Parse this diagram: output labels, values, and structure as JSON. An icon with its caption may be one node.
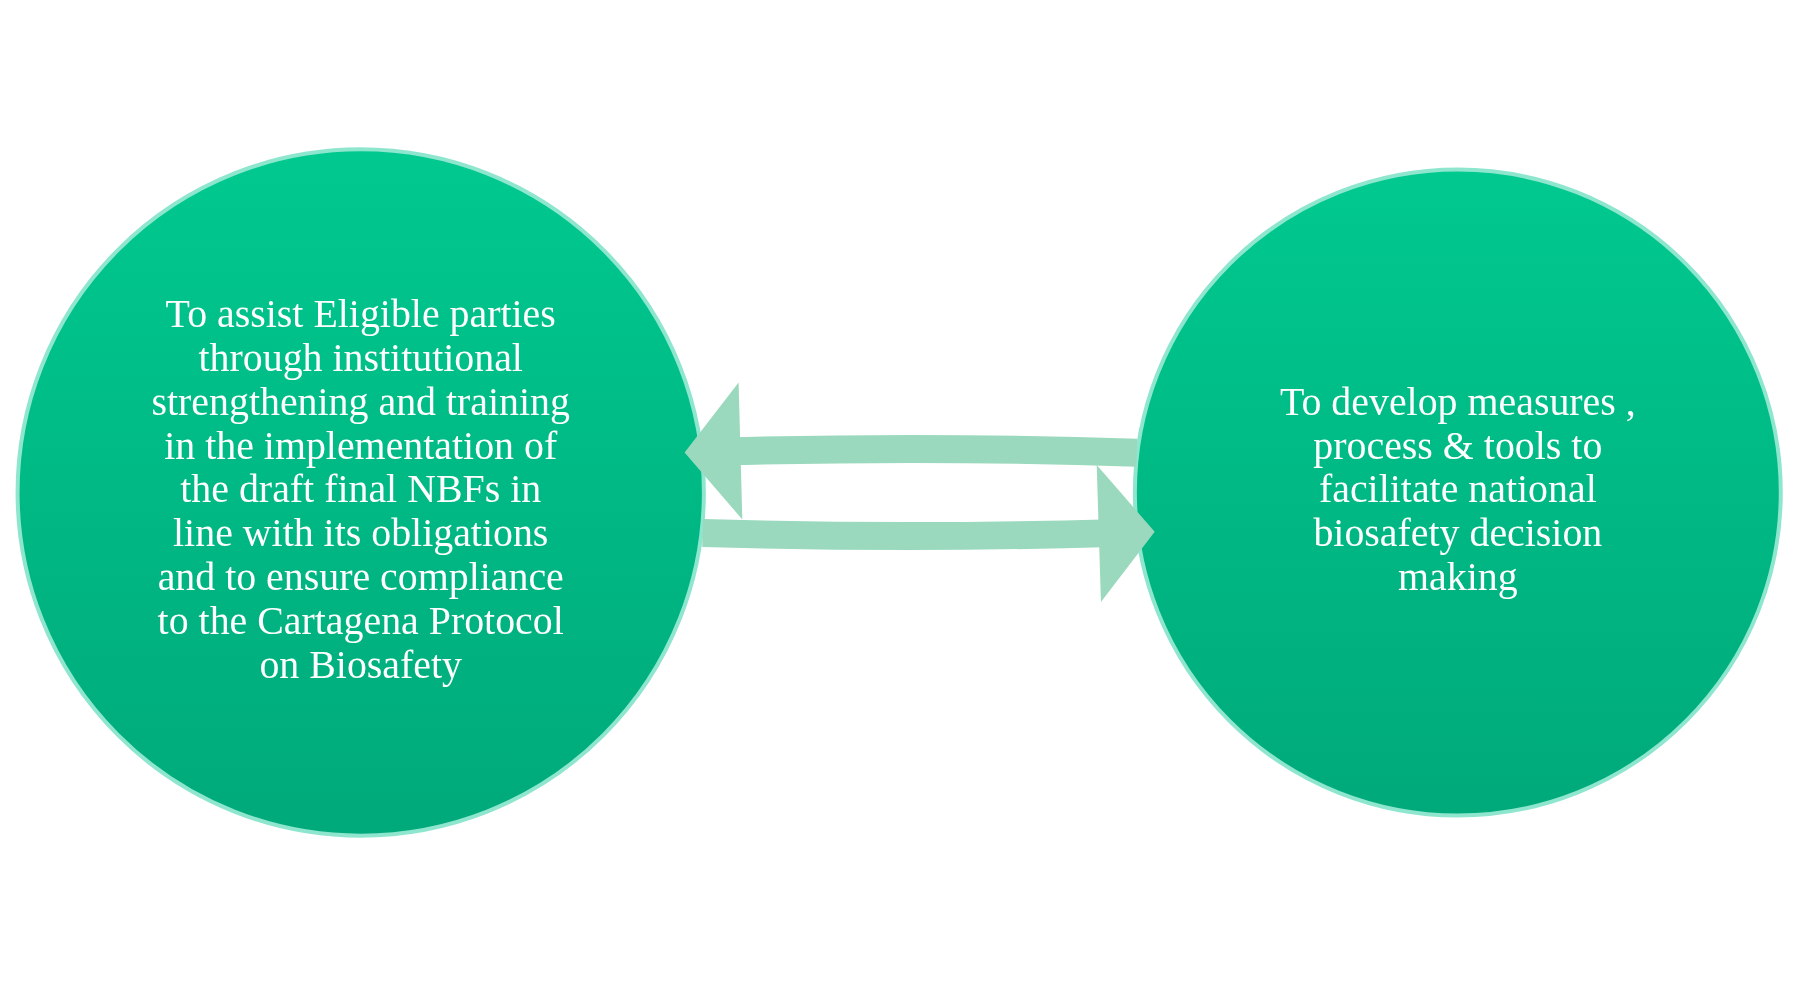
{
  "diagram": {
    "nodes": [
      {
        "text": [
          "To assist Eligible parties through institutional strengthening and training in the implementation of the draft final NBFs in line with its obligations and to ensure compliance to the Cartagena Protocol on Biosafety"
        ]
      },
      {
        "text": [
          "To develop measures , process & tools to facilitate national biosafety decision making"
        ]
      }
    ],
    "edges": [
      {
        "from": 0,
        "to": 1,
        "arrow": "to"
      },
      {
        "from": 1,
        "to": 0,
        "arrow": "to"
      }
    ]
  }
}
